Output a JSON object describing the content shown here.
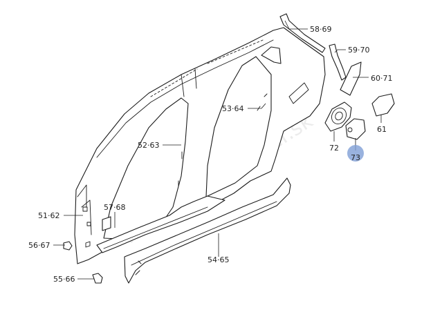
{
  "watermark": "www.suzuki-dealer.sk",
  "highlight_color": "#7f9fd6",
  "callouts": {
    "c5869": "58·69",
    "c5970": "59·70",
    "c6071": "60·71",
    "c5364": "53·64",
    "c61": "61",
    "c72": "72",
    "c73": "73",
    "c5263": "52·63",
    "c5768": "57·68",
    "c5162": "51·62",
    "c5667": "56·67",
    "c5465": "54·65",
    "c5566": "55·66"
  }
}
